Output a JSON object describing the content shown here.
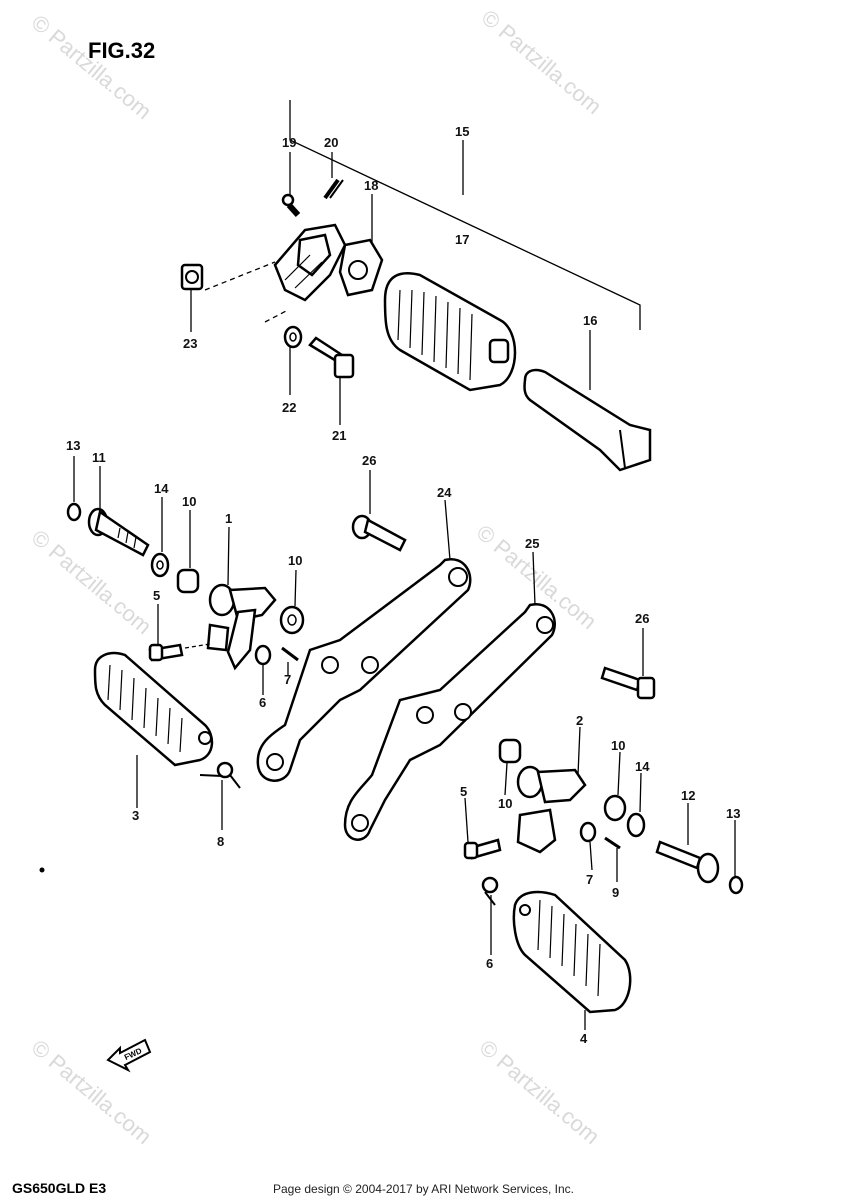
{
  "figure": {
    "title": "FIG.32",
    "model_code": "GS650GLD  E3",
    "footer": "Page design © 2004-2017 by ARI Network Services, Inc.",
    "watermark": "© Partzilla.com",
    "fwd_label": "FWD"
  },
  "callouts": [
    "1",
    "2",
    "3",
    "4",
    "5",
    "5",
    "6",
    "6",
    "7",
    "7",
    "8",
    "9",
    "10",
    "10",
    "10",
    "10",
    "11",
    "12",
    "13",
    "13",
    "14",
    "14",
    "15",
    "16",
    "17",
    "18",
    "19",
    "20",
    "21",
    "22",
    "23",
    "24",
    "25",
    "26",
    "26"
  ]
}
